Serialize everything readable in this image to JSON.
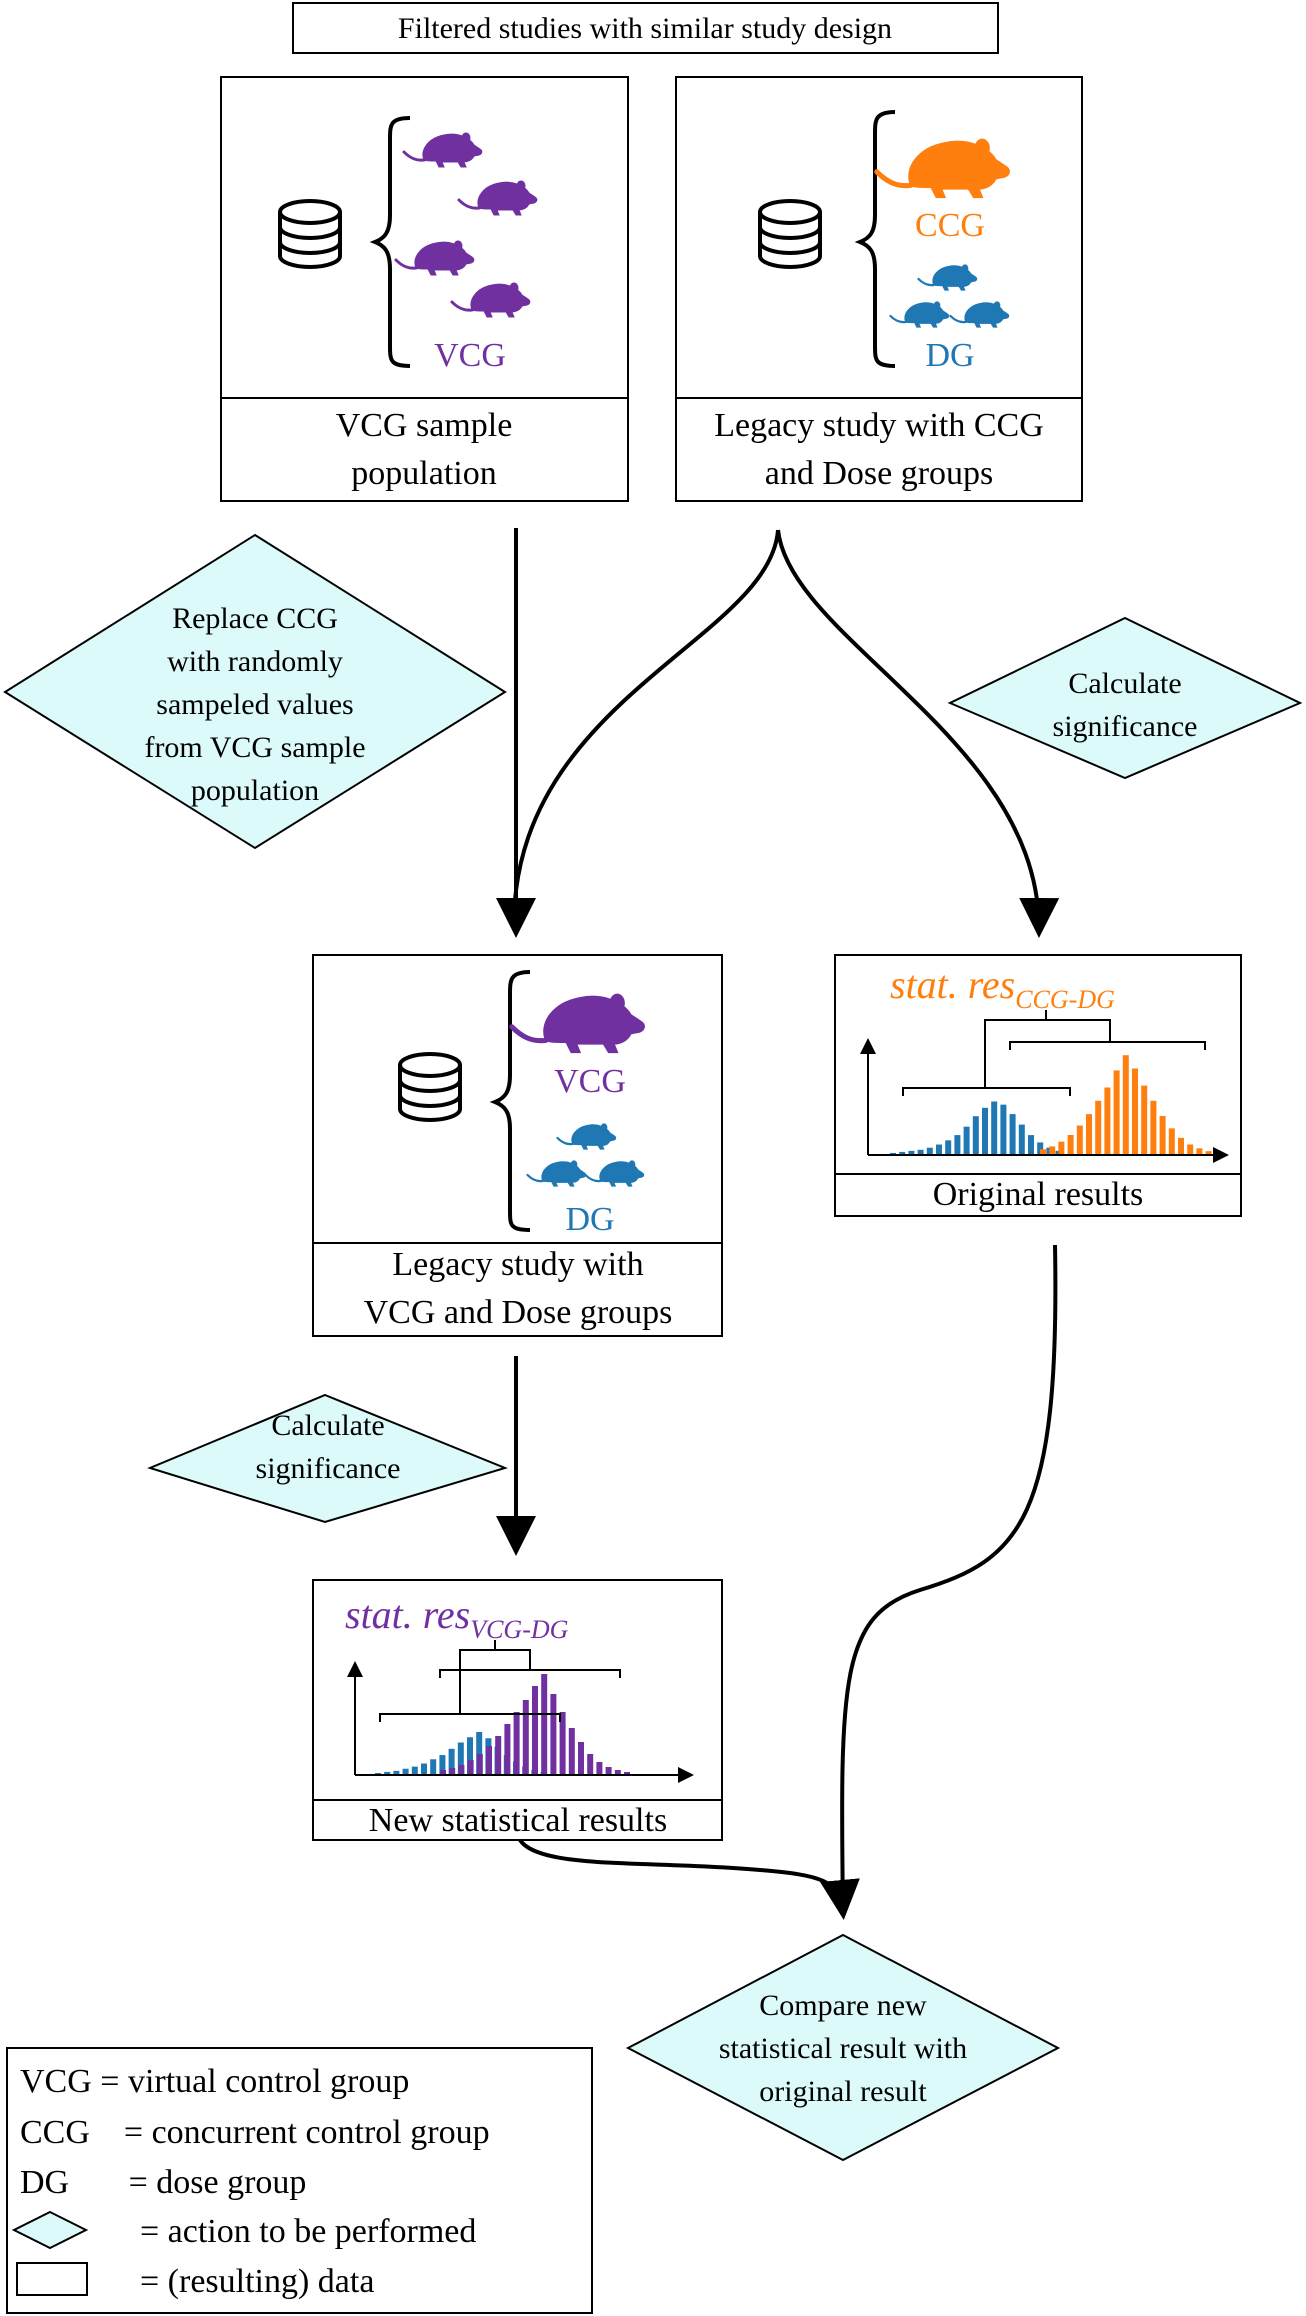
{
  "header": {
    "title": "Filtered studies with similar study design"
  },
  "boxes": {
    "vcg_sample": {
      "line1": "VCG sample",
      "line2": "population",
      "group_label": "VCG"
    },
    "legacy_ccg": {
      "line1": "Legacy study with CCG",
      "line2": "and Dose groups",
      "ccg_label": "CCG",
      "dg_label": "DG"
    },
    "legacy_vcg": {
      "line1": "Legacy study with",
      "line2": "VCG and Dose groups",
      "vcg_label": "VCG",
      "dg_label": "DG"
    },
    "original": {
      "caption": "Original results",
      "stat_main": "stat. res",
      "stat_sub": "CCG-DG"
    },
    "new_results": {
      "caption": "New statistical results",
      "stat_main": "stat. res",
      "stat_sub": "VCG-DG"
    }
  },
  "actions": {
    "replace": [
      "Replace CCG",
      "with randomly",
      "sampeled values",
      "from VCG sample",
      "population"
    ],
    "calc_right": [
      "Calculate",
      "significance"
    ],
    "calc_left": [
      "Calculate",
      "significance"
    ],
    "compare": [
      "Compare new",
      "statistical result with",
      "original result"
    ]
  },
  "legend": {
    "vcg": "VCG = virtual control group",
    "ccg": "CCG    = concurrent control group",
    "dg": "DG       = dose group",
    "action": "= action to be performed",
    "data": "= (resulting) data"
  },
  "colors": {
    "vcg_purple": "#7030a0",
    "ccg_orange": "#ff7f0e",
    "dg_blue": "#1f77b4",
    "action_fill": "#dcfafa"
  },
  "histograms": {
    "original": {
      "blue": [
        1,
        2,
        3,
        4,
        6,
        9,
        13,
        18,
        26,
        36,
        44,
        50,
        47,
        38,
        28,
        18,
        11,
        6,
        3
      ],
      "orange": [
        5,
        8,
        13,
        20,
        30,
        42,
        56,
        70,
        88,
        104,
        90,
        72,
        56,
        40,
        27,
        17,
        10,
        6,
        3
      ]
    },
    "new": {
      "blue": [
        1,
        2,
        3,
        5,
        7,
        10,
        14,
        18,
        24,
        30,
        35,
        40,
        34,
        26,
        18,
        12,
        7,
        4,
        2
      ],
      "purple": [
        4,
        6,
        9,
        14,
        20,
        28,
        38,
        50,
        62,
        74,
        88,
        100,
        80,
        62,
        46,
        32,
        20,
        12,
        7,
        4,
        2
      ]
    }
  },
  "icons": [
    "database-icon",
    "rat-icon",
    "brace-icon",
    "arrow-icon",
    "diamond-icon"
  ]
}
